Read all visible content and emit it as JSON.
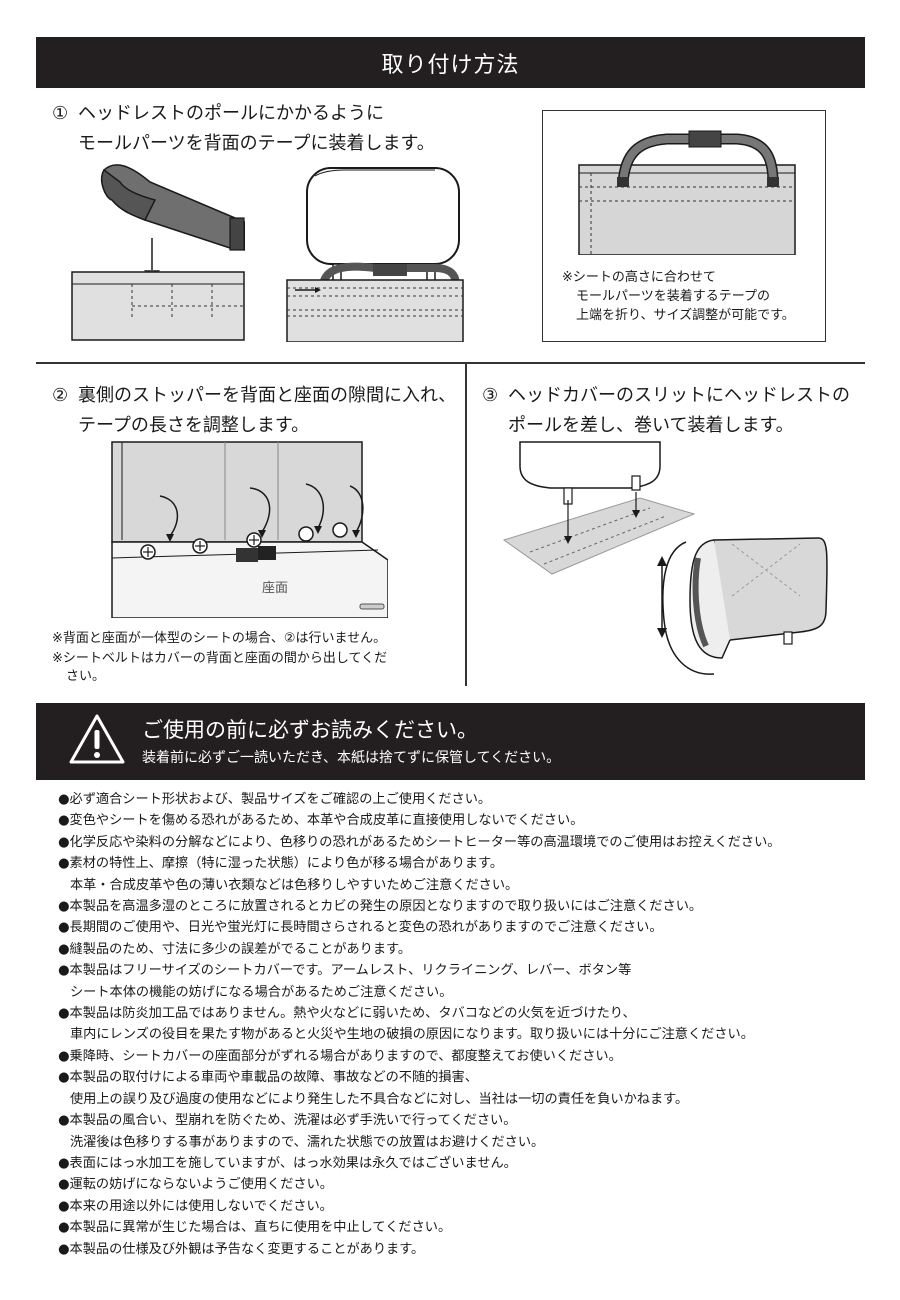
{
  "header": {
    "title": "取り付け方法"
  },
  "step1": {
    "number": "①",
    "line1": "ヘッドレストのポールにかかるように",
    "line2": "モールパーツを背面のテープに装着します。"
  },
  "step1_note": {
    "line1": "※シートの高さに合わせて",
    "line2": "モールパーツを装着するテープの",
    "line3": "上端を折り、サイズ調整が可能です。"
  },
  "step2": {
    "number": "②",
    "line1": "裏側のストッパーを背面と座面の隙間に入れ、",
    "line2": "テープの長さを調整します。",
    "seat_label": "座面",
    "note1": "※背面と座面が一体型のシートの場合、②は行いません。",
    "note2_line1": "※シートベルトはカバーの背面と座面の間から出してくだ",
    "note2_line2": "さい。"
  },
  "step3": {
    "number": "③",
    "line1": "ヘッドカバーのスリットにヘッドレストの",
    "line2": "ポールを差し、巻いて装着します。"
  },
  "warning": {
    "title": "ご使用の前に必ずお読みください。",
    "subtitle": "装着前に必ずご一読いただき、本紙は捨てずに保管してください。",
    "icon": "warning-triangle-icon"
  },
  "notices": [
    {
      "text": "●必ず適合シート形状および、製品サイズをご確認の上ご使用ください。"
    },
    {
      "text": "●変色やシートを傷める恐れがあるため、本革や合成皮革に直接使用しないでください。"
    },
    {
      "text": "●化学反応や染料の分解などにより、色移りの恐れがあるためシートヒーター等の高温環境でのご使用はお控えください。"
    },
    {
      "text": "●素材の特性上、摩擦（特に湿った状態）により色が移る場合があります。",
      "cont": "本革・合成皮革や色の薄い衣類などは色移りしやすいためご注意ください。"
    },
    {
      "text": "●本製品を高温多湿のところに放置されるとカビの発生の原因となりますので取り扱いにはご注意ください。"
    },
    {
      "text": "●長期間のご使用や、日光や蛍光灯に長時間さらされると変色の恐れがありますのでご注意ください。"
    },
    {
      "text": "●縫製品のため、寸法に多少の誤差がでることがあります。"
    },
    {
      "text": "●本製品はフリーサイズのシートカバーです。アームレスト、リクライニング、レバー、ボタン等",
      "cont": "シート本体の機能の妨げになる場合があるためご注意ください。"
    },
    {
      "text": "●本製品は防炎加工品ではありません。熱や火などに弱いため、タバコなどの火気を近づけたり、",
      "cont": "車内にレンズの役目を果たす物があると火災や生地の破損の原因になります。取り扱いには十分にご注意ください。"
    },
    {
      "text": "●乗降時、シートカバーの座面部分がずれる場合がありますので、都度整えてお使いください。"
    },
    {
      "text": "●本製品の取付けによる車両や車載品の故障、事故などの不随的損害、",
      "cont": "使用上の誤り及び過度の使用などにより発生した不具合などに対し、当社は一切の責任を負いかねます。"
    },
    {
      "text": "●本製品の風合い、型崩れを防ぐため、洗濯は必ず手洗いで行ってください。",
      "cont": "洗濯後は色移りする事がありますので、濡れた状態での放置はお避けください。"
    },
    {
      "text": "●表面にはっ水加工を施していますが、はっ水効果は永久ではございません。"
    },
    {
      "text": "●運転の妨げにならないようご使用ください。"
    },
    {
      "text": "●本来の用途以外には使用しないでください。"
    },
    {
      "text": "●本製品に異常が生じた場合は、直ちに使用を中止してください。"
    },
    {
      "text": "●本製品の仕様及び外観は予告なく変更することがあります。"
    }
  ],
  "colors": {
    "dark_bar": "#231f20",
    "panel_gray": "#d8d8d8",
    "strap_gray": "#6f6f6f"
  }
}
